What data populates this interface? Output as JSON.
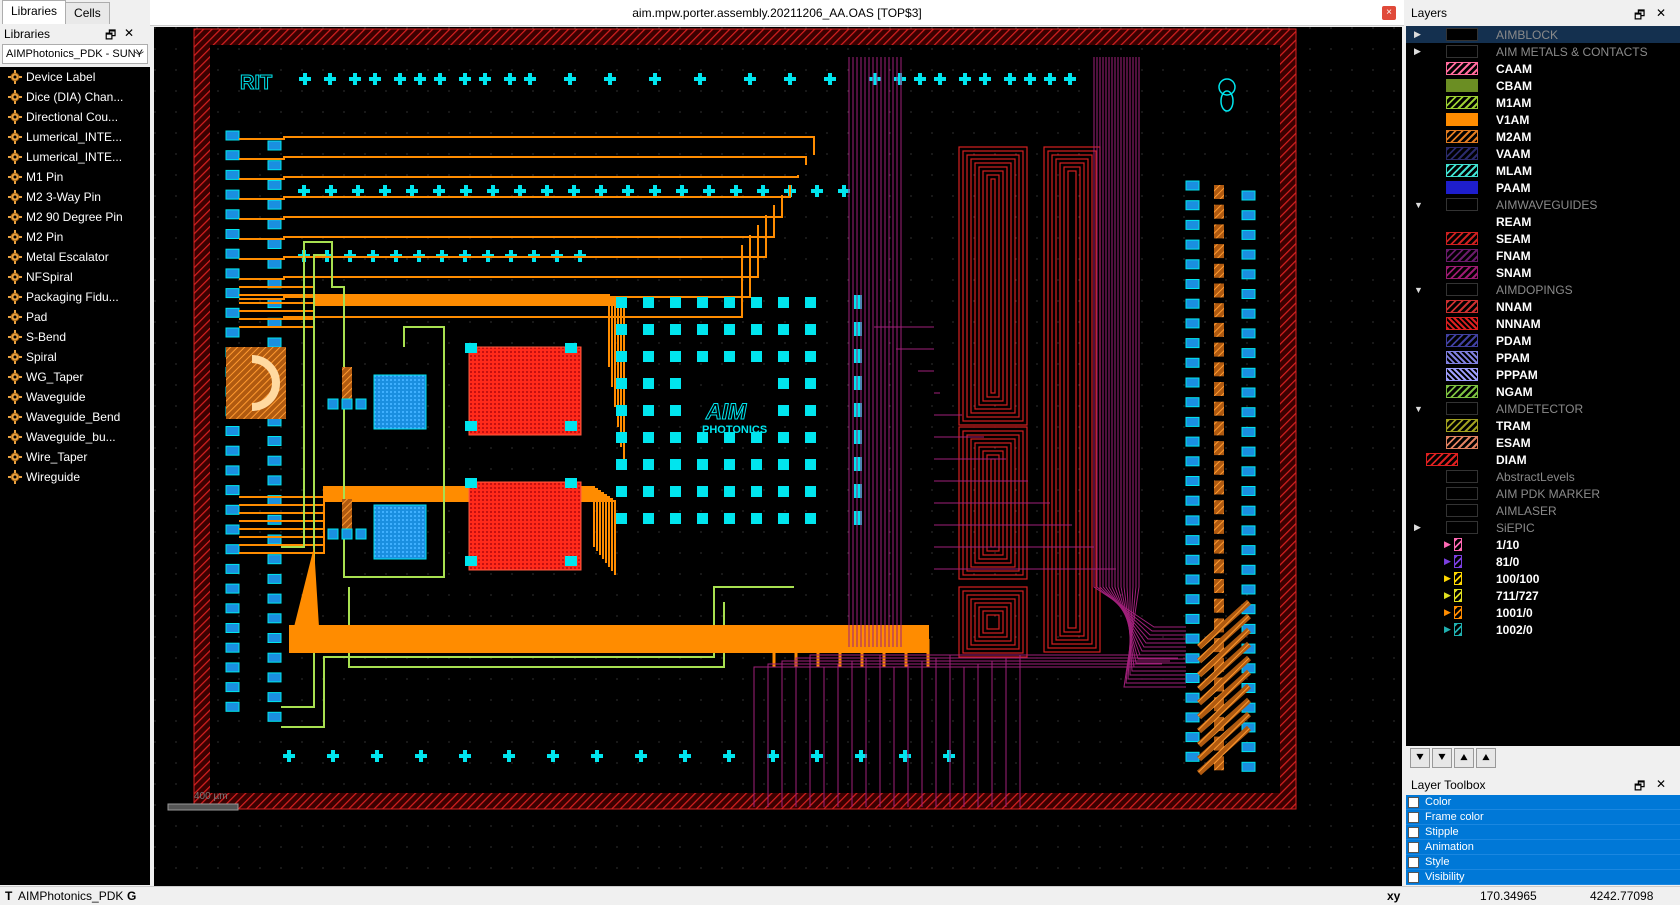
{
  "left_panel": {
    "tabs": [
      "Libraries",
      "Cells"
    ],
    "title": "Libraries",
    "library_select": "AIMPhotonics_PDK - SUNY",
    "items": [
      "Device Label",
      "Dice (DIA) Chan...",
      "Directional Cou...",
      "Lumerical_INTE...",
      "Lumerical_INTE...",
      "M1 Pin",
      "M2 3-Way Pin",
      "M2 90 Degree Pin",
      "M2 Pin",
      "Metal Escalator",
      "NFSpiral",
      "Packaging Fidu...",
      "Pad",
      "S-Bend",
      "Spiral",
      "WG_Taper",
      "Waveguide",
      "Waveguide_Bend",
      "Waveguide_bu...",
      "Wire_Taper",
      "Wireguide"
    ]
  },
  "view": {
    "title": "aim.mpw.porter.assembly.20211206_AA.OAS [TOP$3]",
    "close": "×",
    "scale_label": "400 µm",
    "chip_logo_1": "AIM",
    "chip_logo_2": "PHOTONICS",
    "chip_logo_3": "RIT"
  },
  "layers_panel": {
    "title": "Layers",
    "rows": [
      {
        "name": "AIMBLOCK",
        "kind": "grp",
        "expand": "▶",
        "selected": true
      },
      {
        "name": "AIM METALS & CONTACTS",
        "kind": "grp",
        "expand": "▶"
      },
      {
        "name": "CAAM",
        "kind": "lay",
        "color": "#ff6b9d",
        "pattern": "hatch"
      },
      {
        "name": "CBAM",
        "kind": "lay",
        "color": "#6b8e23",
        "pattern": "solid"
      },
      {
        "name": "M1AM",
        "kind": "lay",
        "color": "#9acd32",
        "pattern": "hatch"
      },
      {
        "name": "V1AM",
        "kind": "lay",
        "color": "#ff8c00",
        "pattern": "solid"
      },
      {
        "name": "M2AM",
        "kind": "lay",
        "color": "#e07b20",
        "pattern": "hatch"
      },
      {
        "name": "VAAM",
        "kind": "lay",
        "color": "#2b2b6b",
        "pattern": "hatch"
      },
      {
        "name": "MLAM",
        "kind": "lay",
        "color": "#40e0d0",
        "pattern": "hatch"
      },
      {
        "name": "PAAM",
        "kind": "lay",
        "color": "#1e1ecc",
        "pattern": "solid"
      },
      {
        "name": "AIMWAVEGUIDES",
        "kind": "grp",
        "expand": "▼"
      },
      {
        "name": "REAM",
        "kind": "lay",
        "color": "#000000",
        "pattern": "none"
      },
      {
        "name": "SEAM",
        "kind": "lay",
        "color": "#cc2020",
        "pattern": "hatch"
      },
      {
        "name": "FNAM",
        "kind": "lay",
        "color": "#6a1b6a",
        "pattern": "hatch"
      },
      {
        "name": "SNAM",
        "kind": "lay",
        "color": "#9b1a70",
        "pattern": "hatch"
      },
      {
        "name": "AIMDOPINGS",
        "kind": "grp",
        "expand": "▼"
      },
      {
        "name": "NNAM",
        "kind": "lay",
        "color": "#cc3030",
        "pattern": "hatch"
      },
      {
        "name": "NNNAM",
        "kind": "lay",
        "color": "#dd2020",
        "pattern": "cross"
      },
      {
        "name": "PDAM",
        "kind": "lay",
        "color": "#4040a0",
        "pattern": "hatch"
      },
      {
        "name": "PPAM",
        "kind": "lay",
        "color": "#8080e0",
        "pattern": "cross"
      },
      {
        "name": "PPPAM",
        "kind": "lay",
        "color": "#a0a0ff",
        "pattern": "cross"
      },
      {
        "name": "NGAM",
        "kind": "lay",
        "color": "#7cc040",
        "pattern": "hatch"
      },
      {
        "name": "AIMDETECTOR",
        "kind": "grp",
        "expand": "▼"
      },
      {
        "name": "TRAM",
        "kind": "lay",
        "color": "#a0a020",
        "pattern": "hatch"
      },
      {
        "name": "ESAM",
        "kind": "lay",
        "color": "#e08060",
        "pattern": "hatch"
      },
      {
        "name": "DIAM",
        "kind": "lay",
        "color": "#dd2020",
        "pattern": "hatch",
        "wide": true
      },
      {
        "name": "AbstractLevels",
        "kind": "grp"
      },
      {
        "name": "AIM PDK MARKER",
        "kind": "grp"
      },
      {
        "name": "AIMLASER",
        "kind": "grp"
      },
      {
        "name": "SiEPIC",
        "kind": "grp",
        "expand": "▶"
      },
      {
        "name": "1/10",
        "kind": "lay",
        "color": "#ff69b4",
        "pattern": "hatch",
        "tri": "#ff69b4"
      },
      {
        "name": "81/0",
        "kind": "lay",
        "color": "#7b3fe0",
        "pattern": "hatch",
        "tri": "#7b3fe0"
      },
      {
        "name": "100/100",
        "kind": "lay",
        "color": "#ffd700",
        "pattern": "hatch",
        "tri": "#ffd700"
      },
      {
        "name": "711/727",
        "kind": "lay",
        "color": "#e0e020",
        "pattern": "hatch",
        "tri": "#e0e020"
      },
      {
        "name": "1001/0",
        "kind": "lay",
        "color": "#ff8c00",
        "pattern": "hatch",
        "tri": "#ff8c00"
      },
      {
        "name": "1002/0",
        "kind": "lay",
        "color": "#20b0b0",
        "pattern": "hatch",
        "tri": "#20b0b0"
      }
    ],
    "buttons": [
      "⯆",
      "⯆",
      "⯅",
      "⯅"
    ]
  },
  "layer_toolbox": {
    "title": "Layer Toolbox",
    "items": [
      "Color",
      "Frame color",
      "Stipple",
      "Animation",
      "Style",
      "Visibility"
    ]
  },
  "status_bar": {
    "tool_key": "T",
    "library": "AIMPhotonics_PDK",
    "grid_key": "G",
    "coord_label": "xy",
    "x": "170.34965",
    "y": "4242.77098"
  },
  "colors": {
    "chip_border": "#d42020",
    "cyan": "#00e5ee",
    "orange": "#ff8c00",
    "red_pad": "#ff2a1a",
    "blue_pad": "#1a8fe0",
    "magenta": "#a0207a",
    "yellow_green": "#a8e050"
  }
}
